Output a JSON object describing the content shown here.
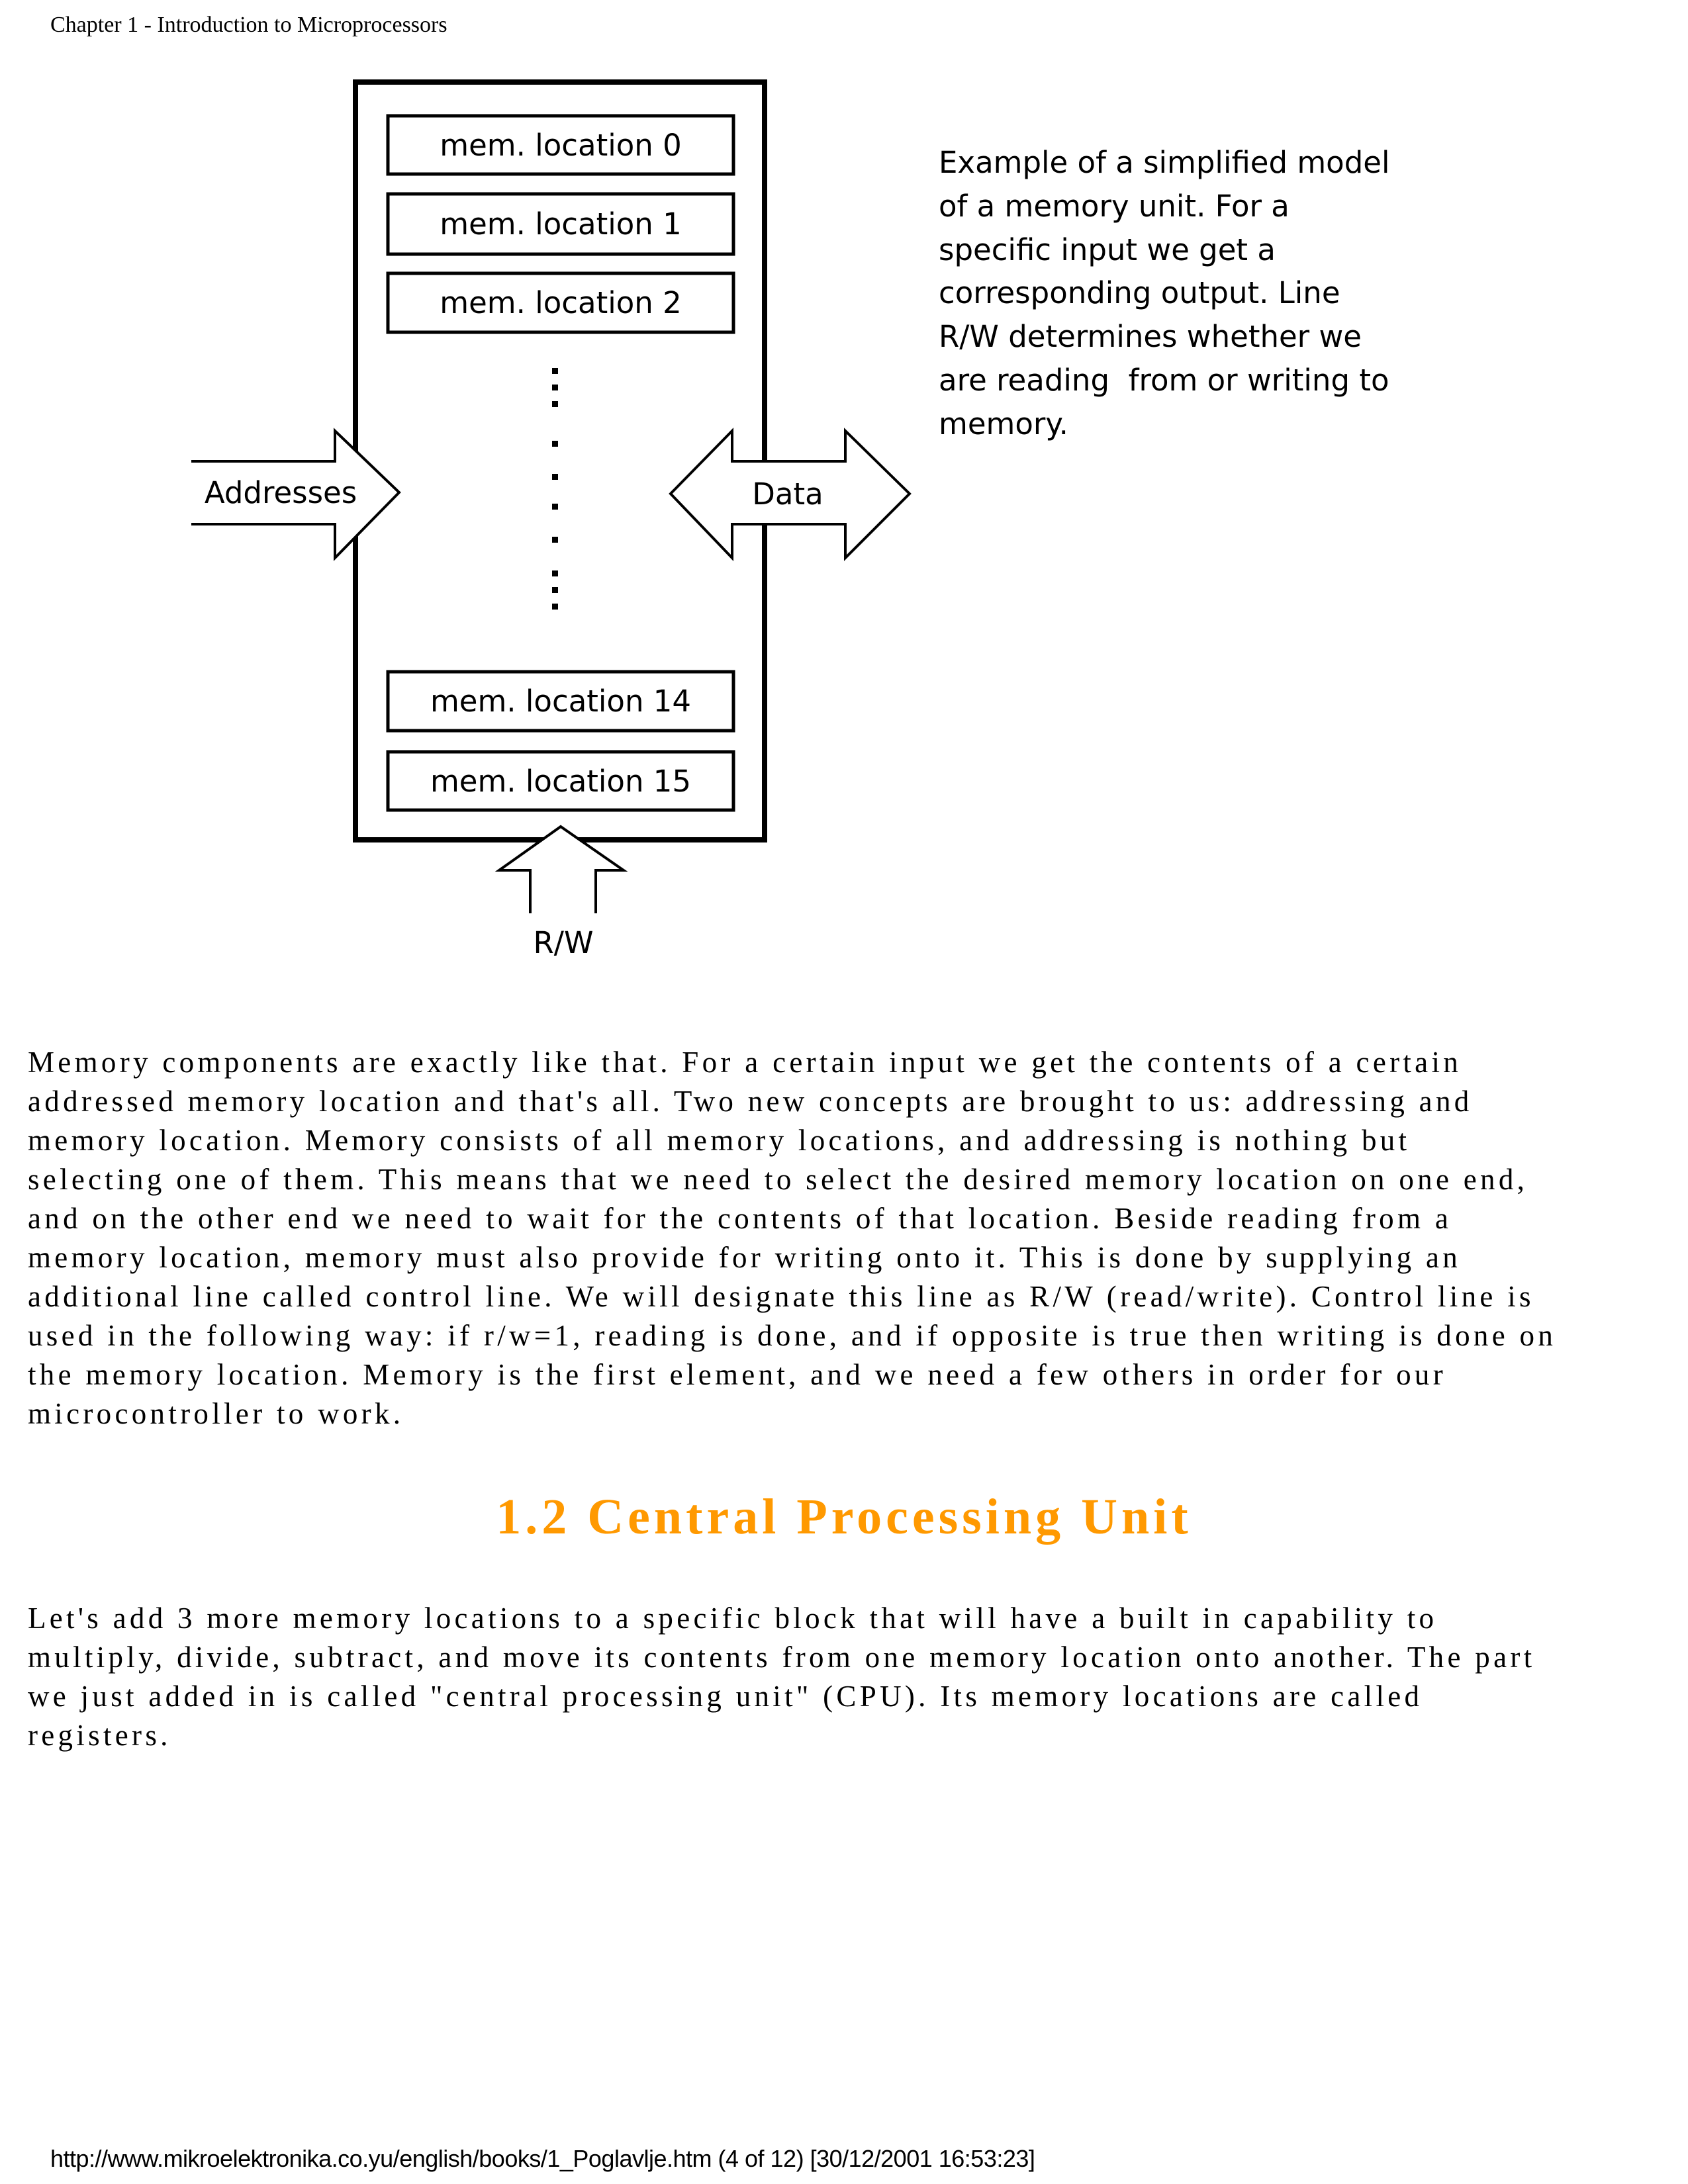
{
  "header": {
    "running_title": "Chapter 1 - Introduction to Microprocessors"
  },
  "diagram": {
    "memory_locations": [
      "mem. location 0",
      "mem. location 1",
      "mem. location 2",
      "mem. location 14",
      "mem. location 15"
    ],
    "addresses_label": "Addresses",
    "data_label": "Data",
    "rw_label": "R/W",
    "description_lines": [
      "Example of a simplified model",
      "of a memory unit. For a",
      "specific input we get a",
      "corresponding output. Line",
      "R/W determines whether we",
      "are reading  from or writing to",
      "memory."
    ]
  },
  "paragraph1": [
    "Memory components are exactly like that. For a certain input we get the contents of a certain",
    "addressed memory location and that's all. Two new concepts are brought to us: addressing and",
    "memory location. Memory consists of all memory locations, and addressing is nothing but",
    "selecting one of them. This means that we need to select the desired memory location on one end,",
    "and on the other end we need to wait for the contents of that location. Beside reading from a",
    "memory location, memory must also provide for writing onto it. This is done by supplying an",
    "additional line called control line. We will designate this line as R/W (read/write). Control line is",
    "used in the following way: if r/w=1, reading is done, and if opposite is true then writing is done on",
    "the memory location. Memory is the first element, and we need a few others in order for our",
    "microcontroller to work."
  ],
  "section_heading": "1.2 Central Processing Unit",
  "heading_color": "#ff9900",
  "paragraph2": [
    "Let's add 3 more memory locations to a specific block that will have a built in capability to",
    "multiply, divide, subtract, and move its contents from one memory location onto another. The part",
    "we just added in is called \"central processing unit\" (CPU). Its memory locations are called",
    "registers."
  ],
  "footer": {
    "source_line": "http://www.mikroelektronika.co.yu/english/books/1_Poglavlje.htm (4 of 12) [30/12/2001 16:53:23]"
  }
}
